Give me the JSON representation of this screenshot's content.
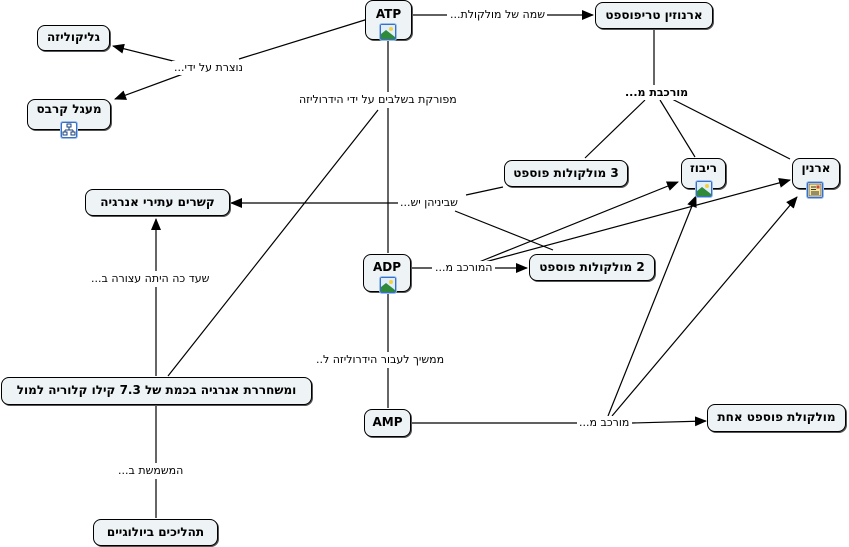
{
  "map": {
    "nodes": {
      "atp": {
        "label": "ATP",
        "icon": "image-icon"
      },
      "adenosine_triphosphate": {
        "label": "ארנוזין טריפוספט"
      },
      "glycolysis": {
        "label": "גליקוליזה"
      },
      "krebs": {
        "label": "מעגל קרבס",
        "icon": "concept-map-icon"
      },
      "ribose": {
        "label": "ריבוז",
        "icon": "image-icon"
      },
      "adenine": {
        "label": "ארנין",
        "icon": "document-icon"
      },
      "three_phosphates": {
        "label": "3 מולקולות פוספט"
      },
      "energy_bonds": {
        "label": "קשרים עתירי אנרגיה"
      },
      "adp": {
        "label": "ADP",
        "icon": "image-icon"
      },
      "two_phosphates": {
        "label": "2 מולקולות פוספט"
      },
      "energy_release": {
        "label": "ומשחררת אנרגיה בכמת של 7.3 קילו קלוריה למול"
      },
      "amp": {
        "label": "AMP"
      },
      "one_phosphate": {
        "label": "מולקולת פוספט אחת"
      },
      "bio_processes": {
        "label": "תהליכים ביולוגיים"
      }
    },
    "link_labels": {
      "name_of_molecule": "שמה של מולקולת...",
      "produced_by": "נוצרת על ידי...",
      "broken_down": "מפורקת בשלבים על ידי הידרוליזה",
      "composed_of": "מורכבת מ...",
      "between_them": "שביניהן יש...",
      "adp_composed": "המורכב מ...",
      "stored_in": "שעד כה היתה עצורה ב...",
      "continues_hydrolysis": "ממשיך לעבור הידרוליזה ל..",
      "amp_composed": "מורכב מ...",
      "used_in": "המשמשת ב..."
    }
  }
}
